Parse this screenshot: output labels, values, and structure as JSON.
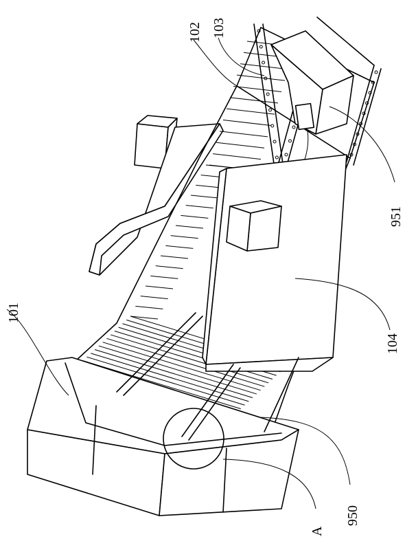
{
  "labels": {
    "l101": "101",
    "l102": "102",
    "l103": "103",
    "l104": "104",
    "l950": "950",
    "l951": "951",
    "lA": "A"
  }
}
